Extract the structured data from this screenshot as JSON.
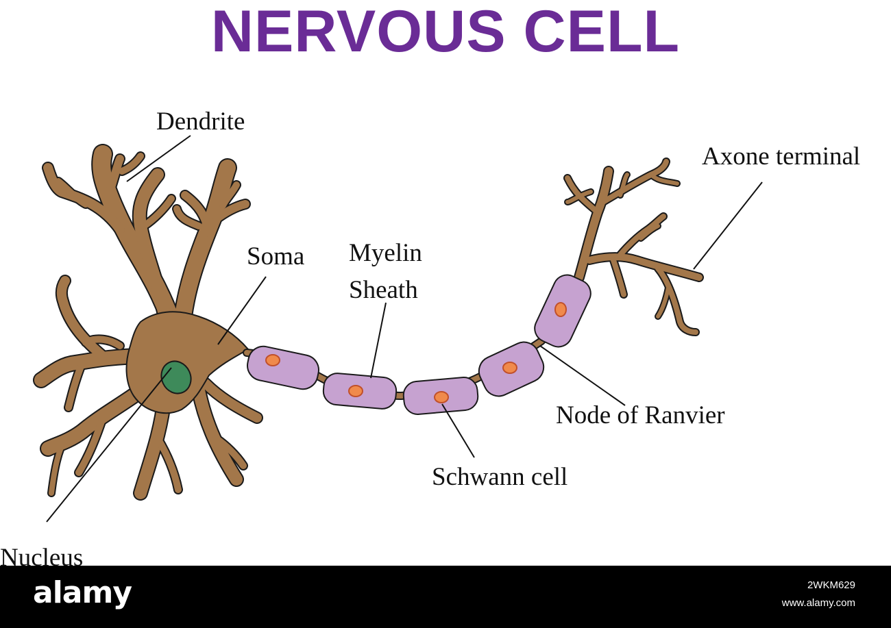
{
  "title": "NERVOUS CELL",
  "labels": {
    "dendrite": "Dendrite",
    "soma": "Soma",
    "myelin_line1": "Myelin",
    "myelin_line2": "Sheath",
    "axone_terminal": "Axone terminal",
    "node_of_ranvier": "Node of Ranvier",
    "schwann_cell": "Schwann cell",
    "nucleus": "Nucleus"
  },
  "footer": {
    "logo": "alamy",
    "image_id": "2WKM629",
    "url": "www.alamy.com"
  },
  "colors": {
    "title": "#6a2c96",
    "neuron_body": "#a3774a",
    "outline": "#1a1a1a",
    "myelin": "#c6a2d0",
    "schwann_nucleus": "#f08a4b",
    "cell_nucleus": "#3e8a5a",
    "footer_bg": "#000000"
  }
}
